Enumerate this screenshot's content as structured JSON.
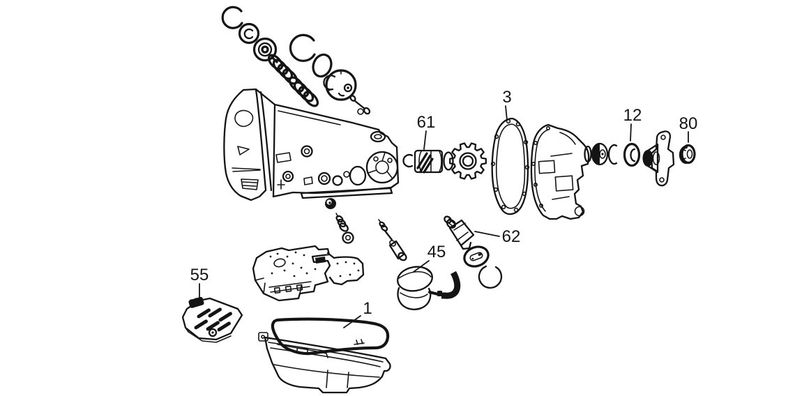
{
  "diagram": {
    "background_color": "#ffffff",
    "ink_color": "#141414",
    "labels": {
      "part_61": "61",
      "part_3": "3",
      "part_12": "12",
      "part_80": "80",
      "part_62": "62",
      "part_45": "45",
      "part_55": "55",
      "part_1": "1"
    }
  }
}
